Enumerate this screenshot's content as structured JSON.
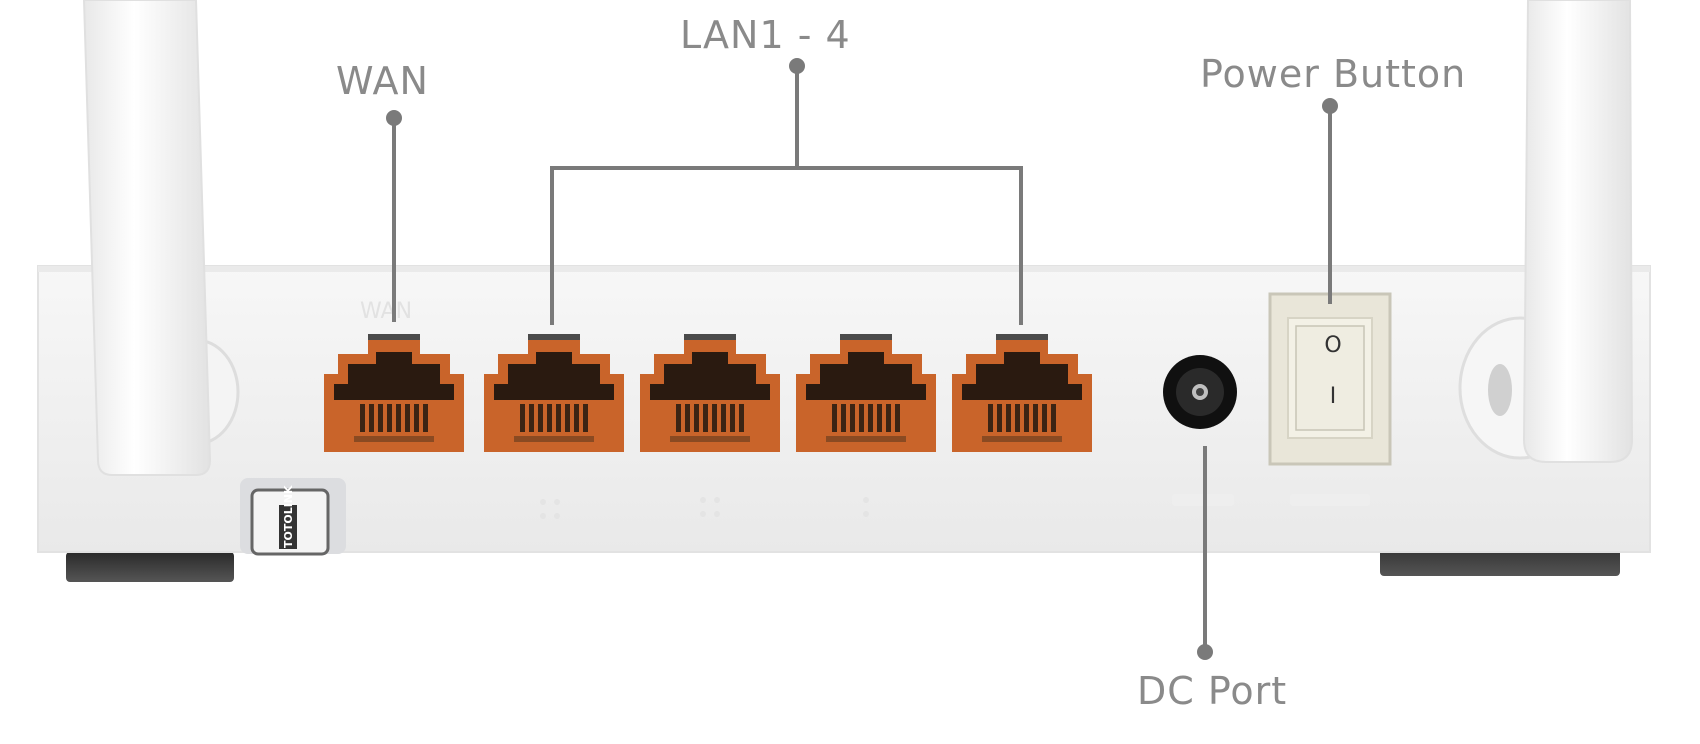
{
  "callouts": {
    "wan": "WAN",
    "lan": "LAN1 - 4",
    "power": "Power Button",
    "dc": "DC Port"
  },
  "device": {
    "port_label_wan": "WAN",
    "power_on_symbol": "I",
    "power_off_symbol": "O",
    "side_sticker": "TOTOLINK"
  },
  "colors": {
    "port": "#c9642a",
    "callout_text": "#8a8a8a",
    "leader_line": "#7a7a7a",
    "router_body": "#f1f1f1"
  }
}
